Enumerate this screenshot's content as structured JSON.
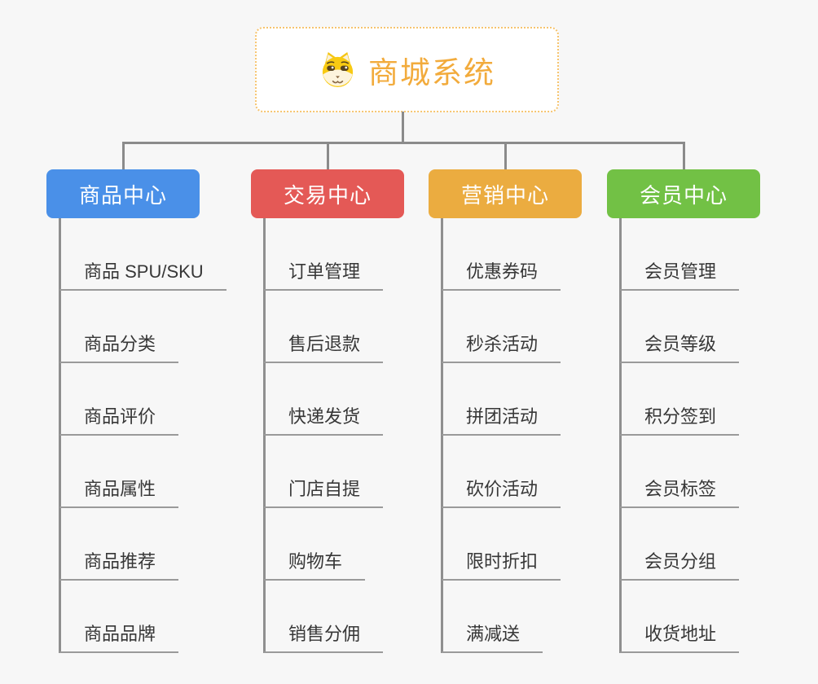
{
  "background_color": "#f7f7f7",
  "connector_color": "#8b8b8b",
  "root": {
    "title": "商城系统",
    "title_color": "#f2ab3c",
    "border_color": "#f6c46e",
    "icon": "shiba-dog-icon"
  },
  "branches": [
    {
      "label": "商品中心",
      "color": "#4a90e8",
      "children": [
        "商品 SPU/SKU",
        "商品分类",
        "商品评价",
        "商品属性",
        "商品推荐",
        "商品品牌"
      ]
    },
    {
      "label": "交易中心",
      "color": "#e45956",
      "children": [
        "订单管理",
        "售后退款",
        "快递发货",
        "门店自提",
        "购物车",
        "销售分佣"
      ]
    },
    {
      "label": "营销中心",
      "color": "#ebac40",
      "children": [
        "优惠券码",
        "秒杀活动",
        "拼团活动",
        "砍价活动",
        "限时折扣",
        "满减送"
      ]
    },
    {
      "label": "会员中心",
      "color": "#72c145",
      "children": [
        "会员管理",
        "会员等级",
        "积分签到",
        "会员标签",
        "会员分组",
        "收货地址"
      ]
    }
  ]
}
